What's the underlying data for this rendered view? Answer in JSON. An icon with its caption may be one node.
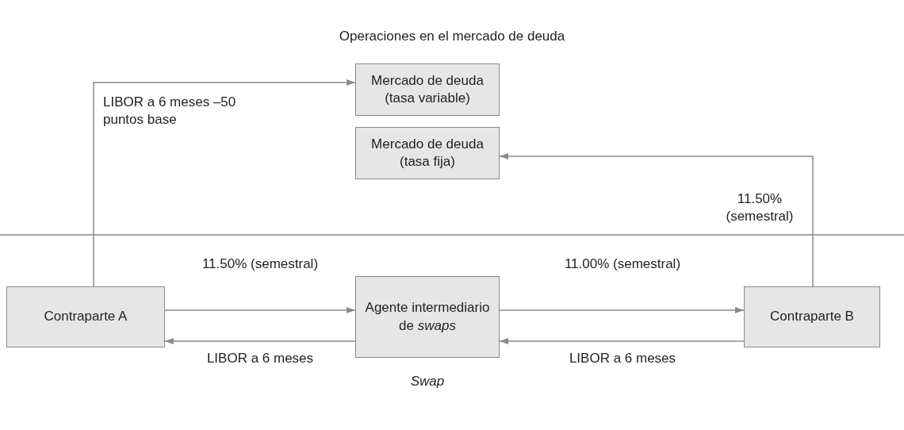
{
  "diagram": {
    "title": "Operaciones en el mercado de deuda",
    "nodes": [
      {
        "text": [
          "Mercado de deuda (tasa variable)"
        ]
      },
      {
        "text": [
          "Mercado de deuda (tasa fija)"
        ]
      },
      {
        "text": [
          "Contraparte A"
        ]
      },
      {
        "text": [
          "Agente intermediario de *swaps*"
        ],
        "beside": [
          "Swap"
        ]
      },
      {
        "text": [
          "Contraparte B"
        ]
      }
    ],
    "edges": [
      {
        "from": 2,
        "to": 0,
        "arrow": "to",
        "label": "LIBOR a 6 meses –50 puntos base"
      },
      {
        "from": 4,
        "to": 1,
        "arrow": "to",
        "label": "11.50% (semestral)"
      },
      {
        "from": 2,
        "to": 3,
        "arrow": "to",
        "label": "11.50% (semestral)"
      },
      {
        "from": 3,
        "to": 2,
        "arrow": "to",
        "label": "LIBOR a 6 meses"
      },
      {
        "from": 3,
        "to": 4,
        "arrow": "to",
        "label": "11.00% (semestral)"
      },
      {
        "from": 4,
        "to": 3,
        "arrow": "to",
        "label": "LIBOR a 6 meses"
      }
    ]
  }
}
